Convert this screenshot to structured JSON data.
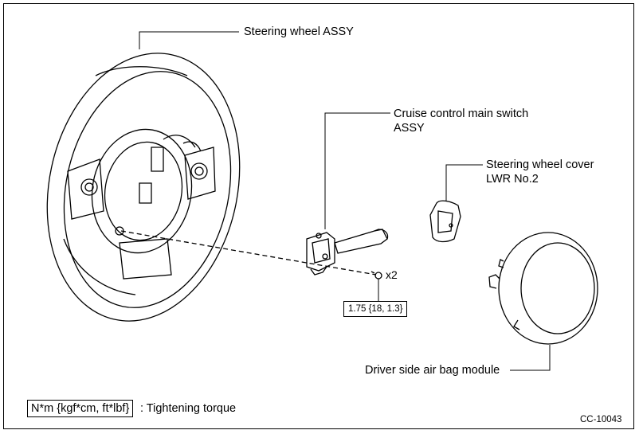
{
  "labels": {
    "steering_wheel": "Steering wheel ASSY",
    "cruise_line1": "Cruise control main switch",
    "cruise_line2": "ASSY",
    "cover_line1": "Steering wheel cover",
    "cover_line2": "LWR No.2",
    "airbag": "Driver side air bag module"
  },
  "fastener": {
    "qty": "x2",
    "torque": "1.75 {18, 1.3}"
  },
  "legend": {
    "unit": "N*m {kgf*cm, ft*lbf}",
    "text": ": Tightening torque"
  },
  "figure_code": "CC-10043"
}
